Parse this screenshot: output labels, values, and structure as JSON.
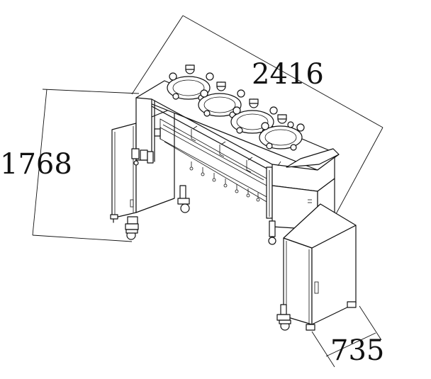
{
  "dimensions": {
    "length": "2416",
    "height": "1768",
    "depth": "735"
  }
}
